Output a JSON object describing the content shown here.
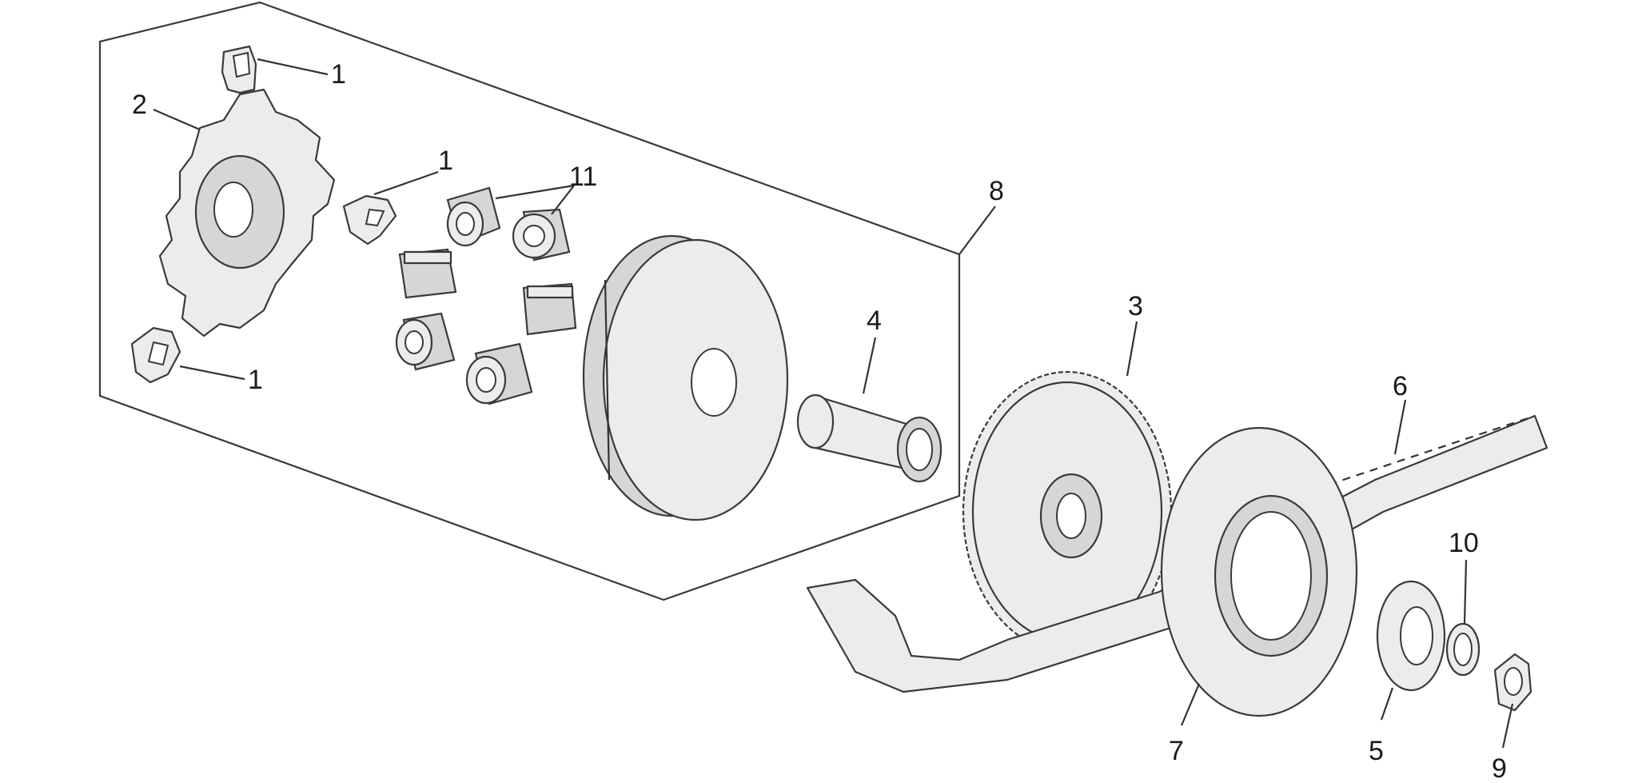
{
  "callouts": {
    "c1a": "1",
    "c1b": "1",
    "c1c": "1",
    "c2": "2",
    "c3": "3",
    "c4": "4",
    "c5": "5",
    "c6": "6",
    "c7": "7",
    "c8": "8",
    "c9": "9",
    "c10": "10",
    "c11": "11"
  }
}
